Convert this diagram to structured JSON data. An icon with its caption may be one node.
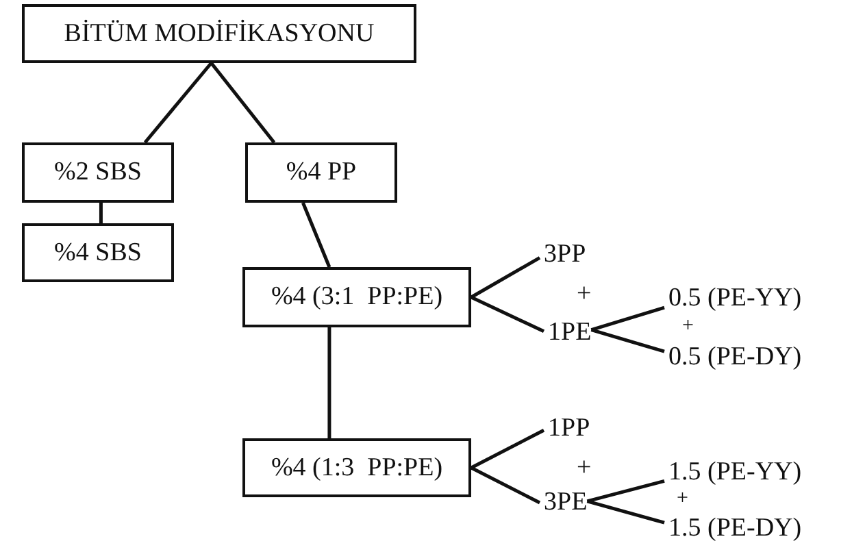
{
  "diagram": {
    "nodes": [
      {
        "text": [
          "BİTÜM MODİFİKASYONU"
        ]
      },
      {
        "text": [
          "%2 SBS"
        ]
      },
      {
        "text": [
          "%4 PP"
        ]
      },
      {
        "text": [
          "%4 SBS"
        ]
      },
      {
        "text": [
          "%4 (3:1  PP:PE)"
        ]
      },
      {
        "text": [
          "3PP"
        ]
      },
      {
        "text": [
          "1PE"
        ]
      },
      {
        "text": [
          "0.5 (PE-YY)"
        ]
      },
      {
        "text": [
          "0.5 (PE-DY)"
        ]
      },
      {
        "text": [
          "%4 (1:3  PP:PE)"
        ]
      },
      {
        "text": [
          "1PP"
        ]
      },
      {
        "text": [
          "3PE"
        ]
      },
      {
        "text": [
          "1.5 (PE-YY)"
        ]
      },
      {
        "text": [
          "1.5 (PE-DY)"
        ]
      }
    ],
    "edges": [
      {
        "from": 0,
        "to": 1,
        "arrow": "none"
      },
      {
        "from": 0,
        "to": 2,
        "arrow": "none"
      },
      {
        "from": 1,
        "to": 3,
        "arrow": "none"
      },
      {
        "from": 2,
        "to": 4,
        "arrow": "none"
      },
      {
        "from": 4,
        "to": 5,
        "arrow": "none"
      },
      {
        "from": 4,
        "to": 6,
        "arrow": "none"
      },
      {
        "from": 6,
        "to": 7,
        "arrow": "none"
      },
      {
        "from": 6,
        "to": 8,
        "arrow": "none"
      },
      {
        "from": 4,
        "to": 9,
        "arrow": "none"
      },
      {
        "from": 9,
        "to": 10,
        "arrow": "none"
      },
      {
        "from": 9,
        "to": 11,
        "arrow": "none"
      },
      {
        "from": 11,
        "to": 12,
        "arrow": "none"
      },
      {
        "from": 11,
        "to": 13,
        "arrow": "none"
      }
    ],
    "labels": [
      "+",
      "+",
      "+",
      "+"
    ]
  }
}
